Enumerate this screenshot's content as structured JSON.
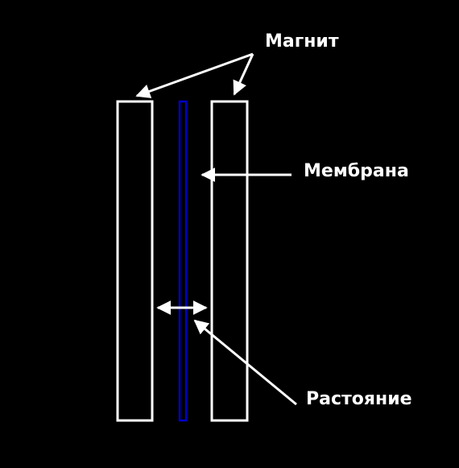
{
  "labels": {
    "magnet": "Магнит",
    "membrane": "Мембрана",
    "distance": "Растояние"
  },
  "colors": {
    "background": "#000000",
    "outline": "#ffffff",
    "membrane": "#0000cc"
  }
}
